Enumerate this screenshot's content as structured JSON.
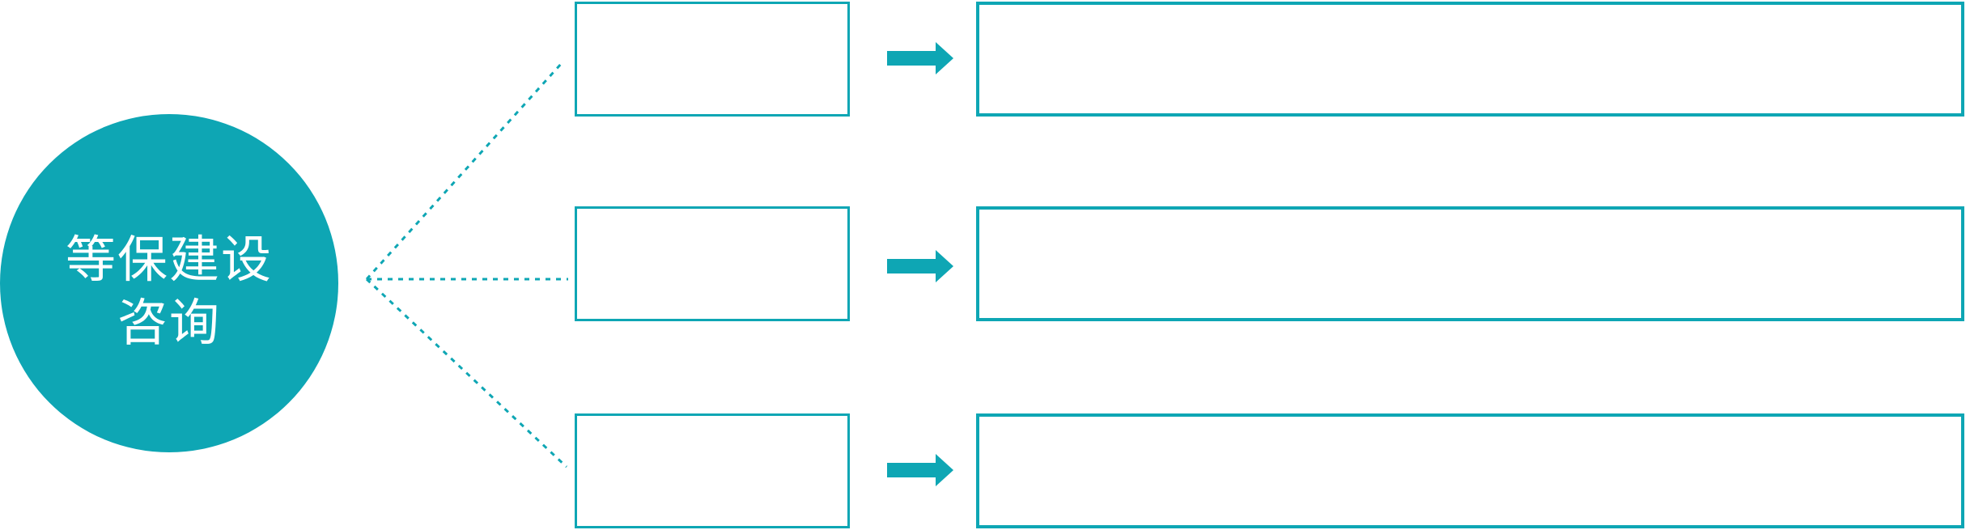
{
  "colors": {
    "accent": "#0ea6b4",
    "background": "#ffffff",
    "text_on_accent": "#ffffff"
  },
  "root_node": {
    "label_line1": "等保建设",
    "label_line2": "咨询"
  },
  "rows": [
    {
      "category_label": "",
      "detail_label": ""
    },
    {
      "category_label": "",
      "detail_label": ""
    },
    {
      "category_label": "",
      "detail_label": ""
    }
  ],
  "icons": {
    "arrow": "right-block-arrow",
    "connector": "dotted-line"
  }
}
